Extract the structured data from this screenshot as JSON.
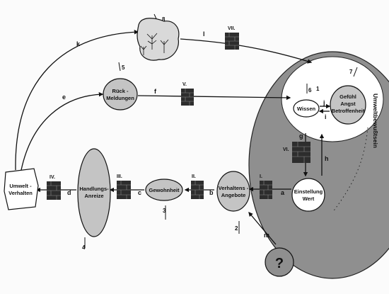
{
  "nodes": {
    "nature": {
      "lines": [
        "8"
      ]
    },
    "rueckmeldungen": {
      "lines": [
        "Rück -",
        "Meldungen"
      ]
    },
    "wissen": {
      "lines": [
        "Wissen"
      ]
    },
    "gefuehl": {
      "lines": [
        "Gefühl",
        "Angst",
        "Betroffenheit"
      ]
    },
    "einstellung": {
      "lines": [
        "Einstellung",
        "Wert"
      ]
    },
    "verhaltensangebote": {
      "lines": [
        "Verhaltens -",
        "Angebote"
      ]
    },
    "gewohnheit": {
      "lines": [
        "Gewohnheit"
      ]
    },
    "handlungsanreize": {
      "lines": [
        "Handlungs-",
        "Anreize"
      ]
    },
    "umweltverhalten": {
      "lines": [
        "Umwelt -",
        "Verhalten"
      ]
    },
    "question": {
      "lines": [
        "?"
      ]
    }
  },
  "side_label": "Umweltbewußtsein",
  "edge_letters": [
    "a",
    "b",
    "c",
    "d",
    "e",
    "f",
    "g",
    "h",
    "i",
    "j",
    "k",
    "l",
    "m"
  ],
  "walls": [
    "I.",
    "II.",
    "III.",
    "IV.",
    "V.",
    "VI.",
    "VII."
  ],
  "numbers": [
    "1",
    "2",
    "3",
    "4",
    "5",
    "6",
    "7",
    "8"
  ],
  "colors": {
    "node_fill": "#c4c4c4",
    "ellipse_dark": "#8a8a8a",
    "wall": "#2d2d2d",
    "line": "#111111"
  }
}
